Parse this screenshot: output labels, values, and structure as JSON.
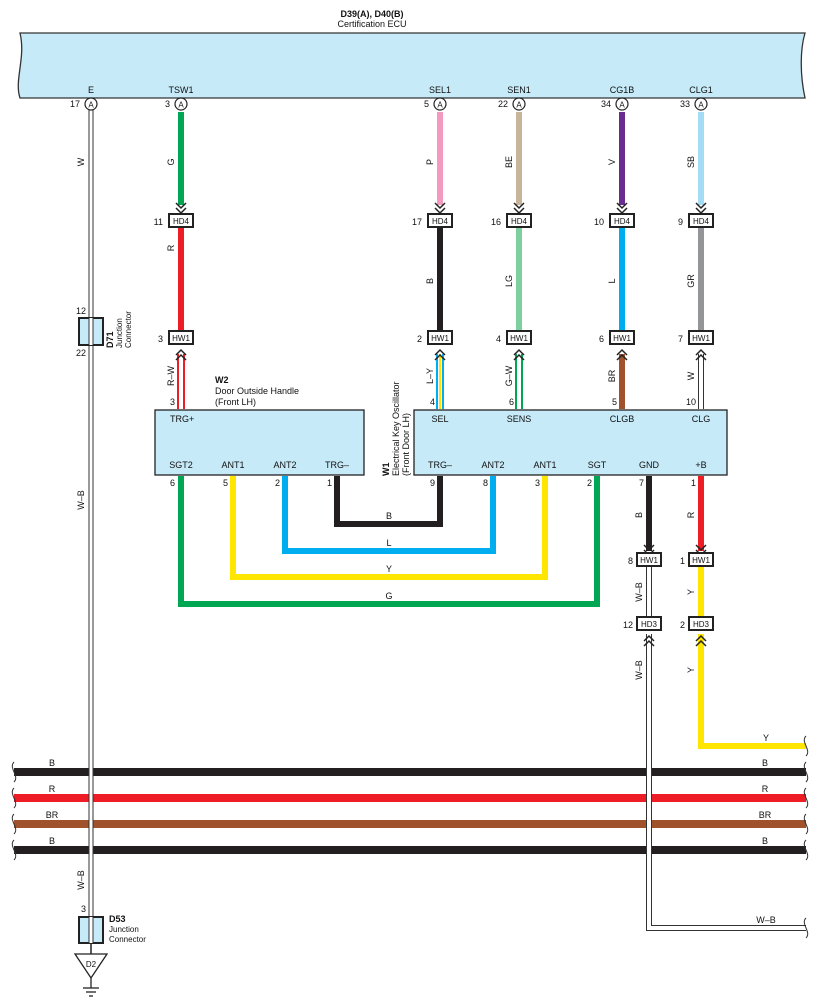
{
  "colors": {
    "ecu_fill": "#c6eaf8",
    "comp_fill": "#c6eaf8",
    "G": "#00a651",
    "R": "#ee1c25",
    "P": "#f49ac1",
    "B": "#231f20",
    "BE": "#c8b49a",
    "LG": "#7dcf9f",
    "V": "#6a2c91",
    "L": "#00aeef",
    "SB": "#a4dbf5",
    "GR": "#939598",
    "BR": "#a0522d",
    "Y": "#ffe600",
    "W": "#ffffff"
  },
  "ecu": {
    "title": "D39(A), D40(B)",
    "name": "Certification ECU",
    "pins": [
      {
        "label": "E",
        "num": "17",
        "conn": "A"
      },
      {
        "label": "TSW1",
        "num": "3",
        "conn": "A"
      },
      {
        "label": "SEL1",
        "num": "5",
        "conn": "A"
      },
      {
        "label": "SEN1",
        "num": "22",
        "conn": "A"
      },
      {
        "label": "CG1B",
        "num": "34",
        "conn": "A"
      },
      {
        "label": "CLG1",
        "num": "33",
        "conn": "A"
      }
    ]
  },
  "upper_wires": {
    "e": "W",
    "tsw1": "G",
    "sel1": "P",
    "sen1": "BE",
    "cg1b": "V",
    "clg1": "SB"
  },
  "hd4": {
    "name": "HD4",
    "pins": [
      "11",
      "17",
      "16",
      "10",
      "9"
    ]
  },
  "mid_wires": [
    "R",
    "B",
    "LG",
    "L",
    "GR"
  ],
  "hw1_top": {
    "name": "HW1",
    "pins": [
      "3",
      "2",
      "4",
      "6",
      "7"
    ]
  },
  "lower_wires": [
    "R–W",
    "L–Y",
    "G–W",
    "BR",
    "W"
  ],
  "d71": {
    "id": "D71",
    "line1": "Junction",
    "line2": "Connector",
    "pin_top": "12",
    "pin_bottom": "22"
  },
  "w2": {
    "id": "W2",
    "line1": "Door Outside Handle",
    "line2": "(Front LH)",
    "pins_top": [
      {
        "label": "TRG+",
        "num": "3"
      }
    ],
    "pins_bottom": [
      {
        "label": "SGT2",
        "num": "6"
      },
      {
        "label": "ANT1",
        "num": "5"
      },
      {
        "label": "ANT2",
        "num": "2"
      },
      {
        "label": "TRG–",
        "num": "1"
      }
    ]
  },
  "w1": {
    "id": "W1",
    "line1": "Electrical Key Oscillator",
    "line2": "(Front Door LH)",
    "pins_top": [
      {
        "label": "SEL",
        "num": "4"
      },
      {
        "label": "SENS",
        "num": "6"
      },
      {
        "label": "CLGB",
        "num": "5"
      },
      {
        "label": "CLG",
        "num": "10"
      }
    ],
    "pins_bottom": [
      {
        "label": "TRG–",
        "num": "9"
      },
      {
        "label": "ANT2",
        "num": "8"
      },
      {
        "label": "ANT1",
        "num": "3"
      },
      {
        "label": "SGT",
        "num": "2"
      },
      {
        "label": "GND",
        "num": "7"
      },
      {
        "label": "+B",
        "num": "1"
      }
    ]
  },
  "loop_wires": [
    "B",
    "L",
    "Y",
    "G"
  ],
  "gnd_wires": {
    "w1_gnd": "B",
    "w1_b": "R",
    "hw1_hd3_left": "W–B",
    "hw1_hd3_right": "Y",
    "below_hd3_left": "W–B",
    "below_hd3_right": "Y",
    "yellow_end": "Y",
    "wb_end": "W–B"
  },
  "hw1_low": {
    "name": "HW1",
    "pins": [
      "8",
      "1"
    ]
  },
  "hd3": {
    "name": "HD3",
    "pins": [
      "12",
      "2"
    ]
  },
  "w_b_main": "W–B",
  "w_b_lower": "W–B",
  "bus": [
    {
      "left": "B",
      "right": "B",
      "color": "B"
    },
    {
      "left": "R",
      "right": "R",
      "color": "R"
    },
    {
      "left": "BR",
      "right": "BR",
      "color": "BR"
    },
    {
      "left": "B",
      "right": "B",
      "color": "B"
    }
  ],
  "d53": {
    "id": "D53",
    "line1": "Junction",
    "line2": "Connector",
    "pin": "3"
  },
  "ground": {
    "label": "D2"
  }
}
